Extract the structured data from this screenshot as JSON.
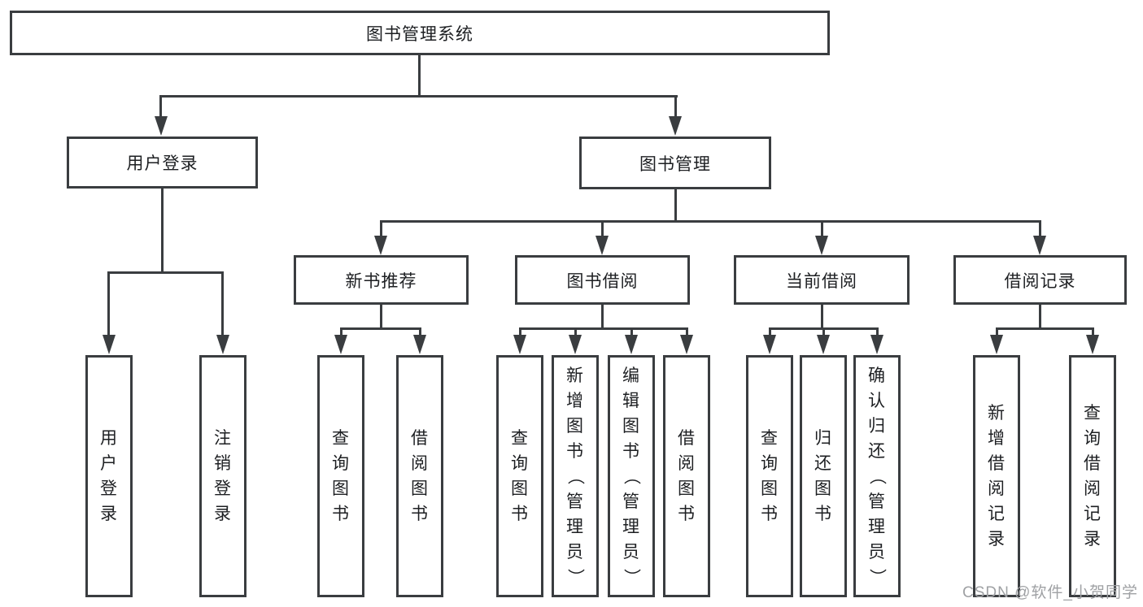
{
  "diagram": {
    "root": {
      "label": "图书管理系统"
    },
    "branches": [
      {
        "label": "用户登录",
        "children": [
          {
            "label": "用户登录"
          },
          {
            "label": "注销登录"
          }
        ]
      },
      {
        "label": "图书管理",
        "children": [
          {
            "label": "新书推荐",
            "children": [
              {
                "label": "查询图书"
              },
              {
                "label": "借阅图书"
              }
            ]
          },
          {
            "label": "图书借阅",
            "children": [
              {
                "label": "查询图书"
              },
              {
                "label": "新增图书（管理员）"
              },
              {
                "label": "编辑图书（管理员）"
              },
              {
                "label": "借阅图书"
              }
            ]
          },
          {
            "label": "当前借阅",
            "children": [
              {
                "label": "查询图书"
              },
              {
                "label": "归还图书"
              },
              {
                "label": "确认归还（管理员）"
              }
            ]
          },
          {
            "label": "借阅记录",
            "children": [
              {
                "label": "新增借阅记录"
              },
              {
                "label": "查询借阅记录"
              }
            ]
          }
        ]
      }
    ],
    "colors": {
      "line": "#3a3d40",
      "text": "#1d1f22"
    }
  },
  "watermark": {
    "text": "CSDN @软件_小贺同学",
    "color": "#9fa1a4"
  }
}
